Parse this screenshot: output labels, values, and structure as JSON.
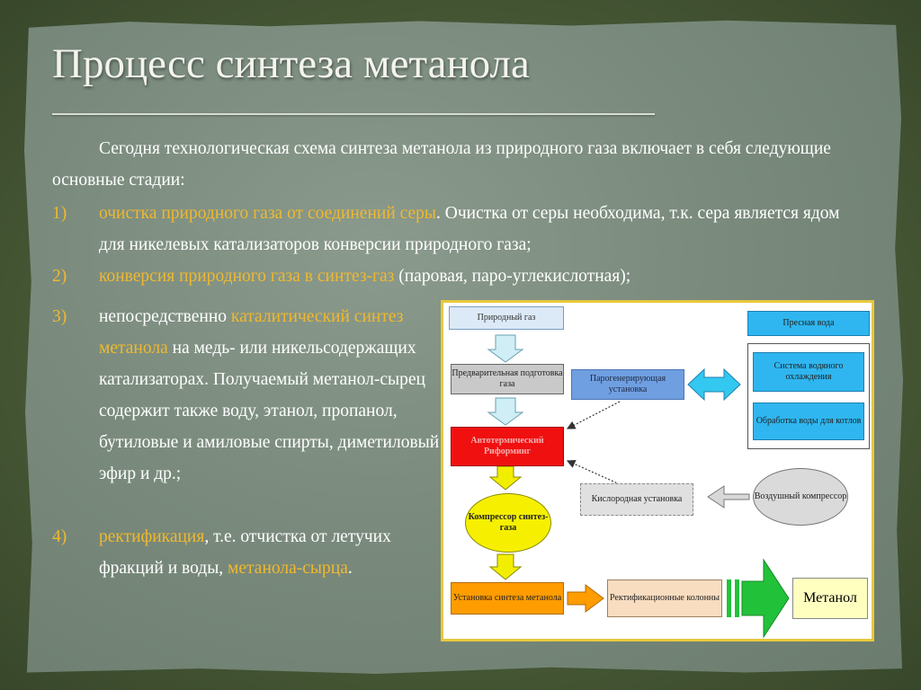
{
  "slide": {
    "title": "Процесс синтеза метанола",
    "intro": "Сегодня технологическая схема синтеза метанола из природного газа включает в себя следующие основные стадии:",
    "items": [
      {
        "num": "1)",
        "highlight": "очистка природного газа от соединений серы",
        "text": ". Очистка от серы необходима, т.к. сера является ядом для никелевых катализаторов конверсии природного газа;"
      },
      {
        "num": "2)",
        "highlight": "конверсия природного газа в синтез-газ",
        "text": " (паровая, паро-углекислотная);"
      },
      {
        "num": "3)",
        "pre": "непосредственно ",
        "highlight": "каталитический синтез метанола",
        "text": " на медь- или никельсодержащих катализаторах. Получаемый метанол-сырец содержит также воду, этанол, пропанол, бутиловые и амиловые спирты, диметиловый эфир и др.;"
      },
      {
        "num": "4)",
        "highlight": "ректификация",
        "text": ", т.е. отчистка от летучих фракций и воды, ",
        "highlight2": "метанола-сырца",
        "tail": "."
      }
    ]
  },
  "diagram": {
    "nodes": {
      "natural_gas": "Природный газ",
      "pretreatment": "Предварительная подготовка газа",
      "steam_generator": "Парогенерирующая установка",
      "autothermal_reforming": "Автотермический Риформинг",
      "syngas_compressor": "Компрессор синтез-газа",
      "oxygen_unit": "Кислородная установка",
      "air_compressor": "Воздушный компрессор",
      "synthesis_unit": "Установка синтеза метанола",
      "rectification": "Ректификационные колонны",
      "methanol": "Метанол",
      "fresh_water": "Пресная вода",
      "cooling_system": "Система водяного охлаждения",
      "boiler_water": "Обработка воды для котлов"
    },
    "colors": {
      "flow_arrow_light": "#cfeef6",
      "flow_arrow_yellow": "#f2ee00",
      "flow_arrow_orange": "#ff9c00",
      "big_arrow_green": "#22c13a",
      "cyan_arrow": "#33c8f0",
      "border": "#e8c83c"
    }
  }
}
